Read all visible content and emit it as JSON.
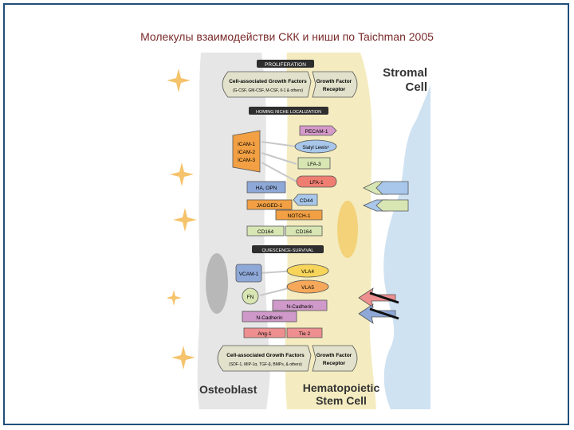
{
  "slide": {
    "title": "Молекулы взаимодействи СКК и ниши по Taichman 2005"
  },
  "figure": {
    "cells": {
      "stromal": [
        "Stromal",
        "Cell"
      ],
      "osteoblast": "Osteoblast",
      "hsc": [
        "Hematopoietic",
        "Stem Cell"
      ]
    },
    "headers": {
      "proliferation": "PROLIFERATION",
      "homing": "HOMING NICHE LOCALIZATION",
      "quiescence": "QUIESCENCE-SURVIVAL"
    },
    "top_growth": {
      "label": "Cell-associated Growth Factors",
      "sub": "(G-CSF, GM-CSF, M-CSF, Il-1 & others)",
      "receptor": [
        "Growth Factor",
        "Receptor"
      ]
    },
    "bottom_growth": {
      "label": "Cell-associated Growth Factors",
      "sub": "(SDF-1, MIP-1α, TGF-β, BMPs, & others)",
      "receptor": [
        "Growth Factor",
        "Receptor"
      ]
    },
    "molecules": {
      "icam": [
        "ICAM-1",
        "ICAM-2",
        "ICAM-3"
      ],
      "pecam": "PECAM-1",
      "sialyl": "Sialyl Lewisˣ",
      "lfa3": "LFA-3",
      "lfa1": "LFA-1",
      "ha_opn": "HA, OPN",
      "cd44": "CD44",
      "jagged": "JAGGED-1",
      "notch": "NOTCH-1",
      "cd164_left": "CD164",
      "cd164_right": "CD164",
      "vcam": "VCAM-1",
      "vla4": "VLA4",
      "fn": "FN",
      "vla5": "VLA5",
      "ncad_top": "N-Cadherin",
      "ncad_bottom": "N-Cadherin",
      "ang": "Ang-1",
      "tie": "Tie 2"
    },
    "colors": {
      "osteoblast": "#e6e6e6",
      "hsc": "#f4ecc0",
      "stromal": "#cfe2f2",
      "spark": "#f5c36b",
      "nucleus_osteo": "#b8b8b8",
      "nucleus_hsc": "#f3d27a",
      "growth_box": "#e2e2cc",
      "header": "#2e2e2e",
      "icam": "#f2a043",
      "pecam": "#d59ac9",
      "sialyl": "#a8c7ea",
      "lfa3": "#d8e6b4",
      "lfa1": "#ee7d72",
      "ha_opn": "#8ea8d8",
      "cd44": "#a8c7ea",
      "jagged": "#f2a043",
      "notch": "#f2a043",
      "cd164": "#d8e6b4",
      "vcam": "#8ea8d8",
      "vla": "#f7d45a",
      "vla5": "#f5a85a",
      "fn": "#d8e6b4",
      "ncad": "#cf99c9",
      "ang": "#ee8f8f",
      "tie": "#ee8f8f",
      "arrow_red": "#ee8f8f",
      "arrow_blue": "#8ea8d8",
      "arrow_green": "#d8e6b4",
      "arrow_light": "#a8c7ea"
    }
  }
}
